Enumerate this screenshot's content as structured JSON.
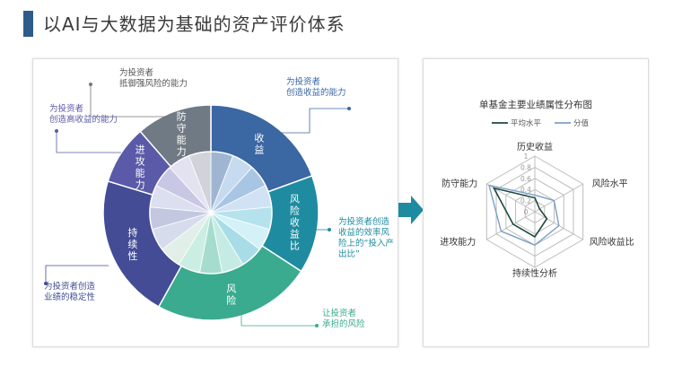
{
  "title": "以AI与大数据为基础的资产评价体系",
  "colors": {
    "title_bar": "#2e5c8a",
    "revenue": "#3b67a3",
    "risk_return": "#1e8ba0",
    "risk": "#3aab8f",
    "sustainability": "#434c95",
    "offense": "#5a5aa8",
    "defense": "#707a84",
    "arrow": "#1e8ba0",
    "avg_line": "#1d4a3c",
    "score_line": "#7aa0c8"
  },
  "wheel": {
    "segments": [
      {
        "label": "收益"
      },
      {
        "label": "风险收益比"
      },
      {
        "label": "风险"
      },
      {
        "label": "持续性"
      },
      {
        "label": "进攻能力"
      },
      {
        "label": "防守能力"
      }
    ]
  },
  "callouts": {
    "defense": "为投资者\n抵御强风险的能力",
    "revenue": "为投资者\n创造收益的能力",
    "offense": "为投资者\n创造高收益的能力",
    "risk_return": "为投资者创造\n收益的效率风\n险上的“投入产\n出比”",
    "sustainability": "为投资者创造\n业绩的稳定性",
    "risk": "让投资者\n承担的风险"
  },
  "radar": {
    "title": "单基金主要业绩属性分布图",
    "legend": [
      "平均水平",
      "分值"
    ],
    "axes": [
      "历史收益",
      "风险水平",
      "风险收益比",
      "持续性分析",
      "进攻能力",
      "防守能力"
    ],
    "ticks": [
      "0",
      "0.2",
      "0.4",
      "0.6",
      "0.8",
      "1"
    ],
    "series": [
      {
        "name": "平均水平",
        "values": [
          0.25,
          0.1,
          0.25,
          0.45,
          0.45,
          0.85
        ]
      },
      {
        "name": "分值",
        "values": [
          0.3,
          0.4,
          0.5,
          0.6,
          0.7,
          0.95
        ]
      }
    ]
  }
}
